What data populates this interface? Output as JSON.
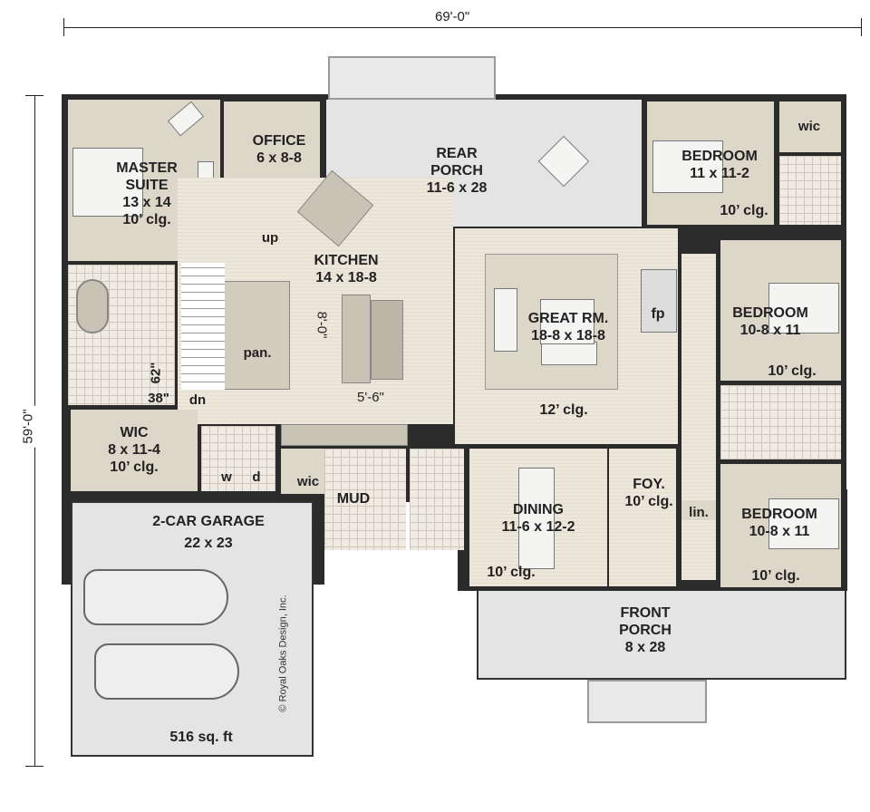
{
  "dimensions": {
    "width": "69'-0\"",
    "depth": "59'-0\""
  },
  "rooms": {
    "master_suite": {
      "name": "MASTER\nSUITE",
      "line1": "MASTER",
      "line2": "SUITE",
      "size": "13 x 14",
      "ceiling": "10’ clg."
    },
    "office": {
      "name": "OFFICE",
      "size": "6 x 8-8"
    },
    "rear_porch": {
      "line1": "REAR",
      "line2": "PORCH",
      "size": "11-6 x 28"
    },
    "bedroom_1": {
      "name": "BEDROOM",
      "size": "11 x 11-2",
      "ceiling": "10’ clg."
    },
    "bedroom_1_wic": {
      "name": "wic"
    },
    "kitchen": {
      "name": "KITCHEN",
      "size": "14 x 18-8",
      "island_length": "8'-0\"",
      "aisle_width": "5'-6\""
    },
    "stairs": {
      "up": "up",
      "down": "dn"
    },
    "pantry": {
      "name": "pan."
    },
    "great_room": {
      "name": "GREAT RM.",
      "size": "18-8 x 18-8",
      "ceiling": "12’ clg.",
      "fireplace": "fp"
    },
    "bedroom_2": {
      "name": "BEDROOM",
      "size": "10-8 x 11",
      "ceiling": "10’ clg."
    },
    "master_shower": {
      "height": "62\"",
      "width": "38\""
    },
    "wic": {
      "name": "WIC",
      "size": "8 x 11-4",
      "ceiling": "10’ clg."
    },
    "laundry": {
      "washer": "w",
      "dryer": "d"
    },
    "mud_wic": {
      "name": "wic"
    },
    "mud": {
      "name": "MUD"
    },
    "dining": {
      "name": "DINING",
      "size": "11-6 x 12-2",
      "ceiling": "10’ clg."
    },
    "foyer": {
      "name": "FOY.",
      "ceiling": "10’ clg."
    },
    "linen": {
      "name": "lin."
    },
    "bedroom_3": {
      "name": "BEDROOM",
      "size": "10-8 x 11",
      "ceiling": "10’ clg."
    },
    "garage": {
      "name": "2-CAR GARAGE",
      "size": "22 x 23",
      "area": "516 sq. ft"
    },
    "front_porch": {
      "line1": "FRONT",
      "line2": "PORCH",
      "size": "8 x 28"
    }
  },
  "copyright": "© Royal Oaks Design, Inc."
}
